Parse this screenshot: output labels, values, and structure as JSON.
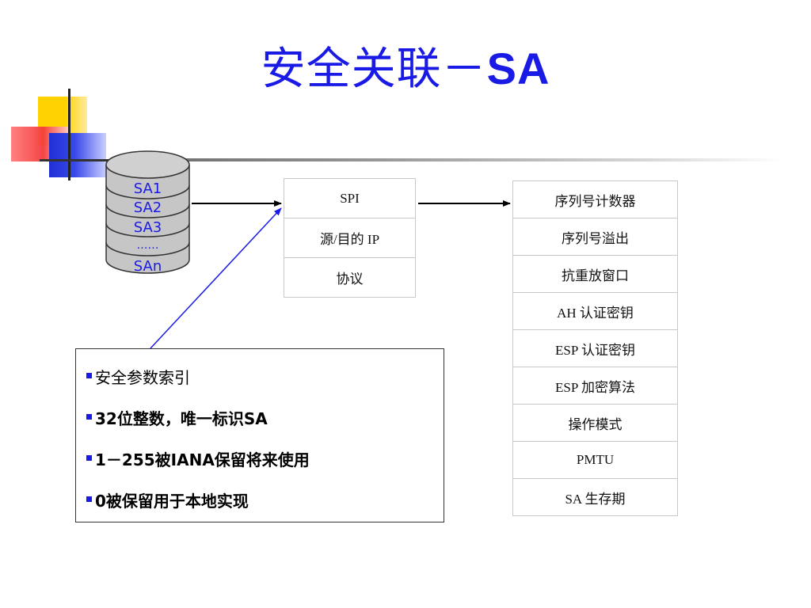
{
  "title": {
    "main": "安全关联－",
    "ascii": "SA"
  },
  "database": {
    "labels": [
      "SA1",
      "SA2",
      "SA3",
      "……",
      "SAn"
    ]
  },
  "spi_table": {
    "rows": [
      "SPI",
      "源/目的 IP",
      "协议"
    ]
  },
  "attributes_table": {
    "rows": [
      "序列号计数器",
      "序列号溢出",
      "抗重放窗口",
      "AH 认证密钥",
      "ESP 认证密钥",
      "ESP 加密算法",
      "操作模式",
      "PMTU",
      "SA 生存期"
    ]
  },
  "note": {
    "items": [
      "安全参数索引",
      "32位整数，唯一标识SA",
      "1－255被IANA保留将来使用",
      "0被保留用于本地实现"
    ]
  },
  "colors": {
    "title": "#1a1ae6",
    "arrow": "#1a1ae6",
    "bullet": "#1a1ae6",
    "db_fill": "#c6c6c6"
  }
}
